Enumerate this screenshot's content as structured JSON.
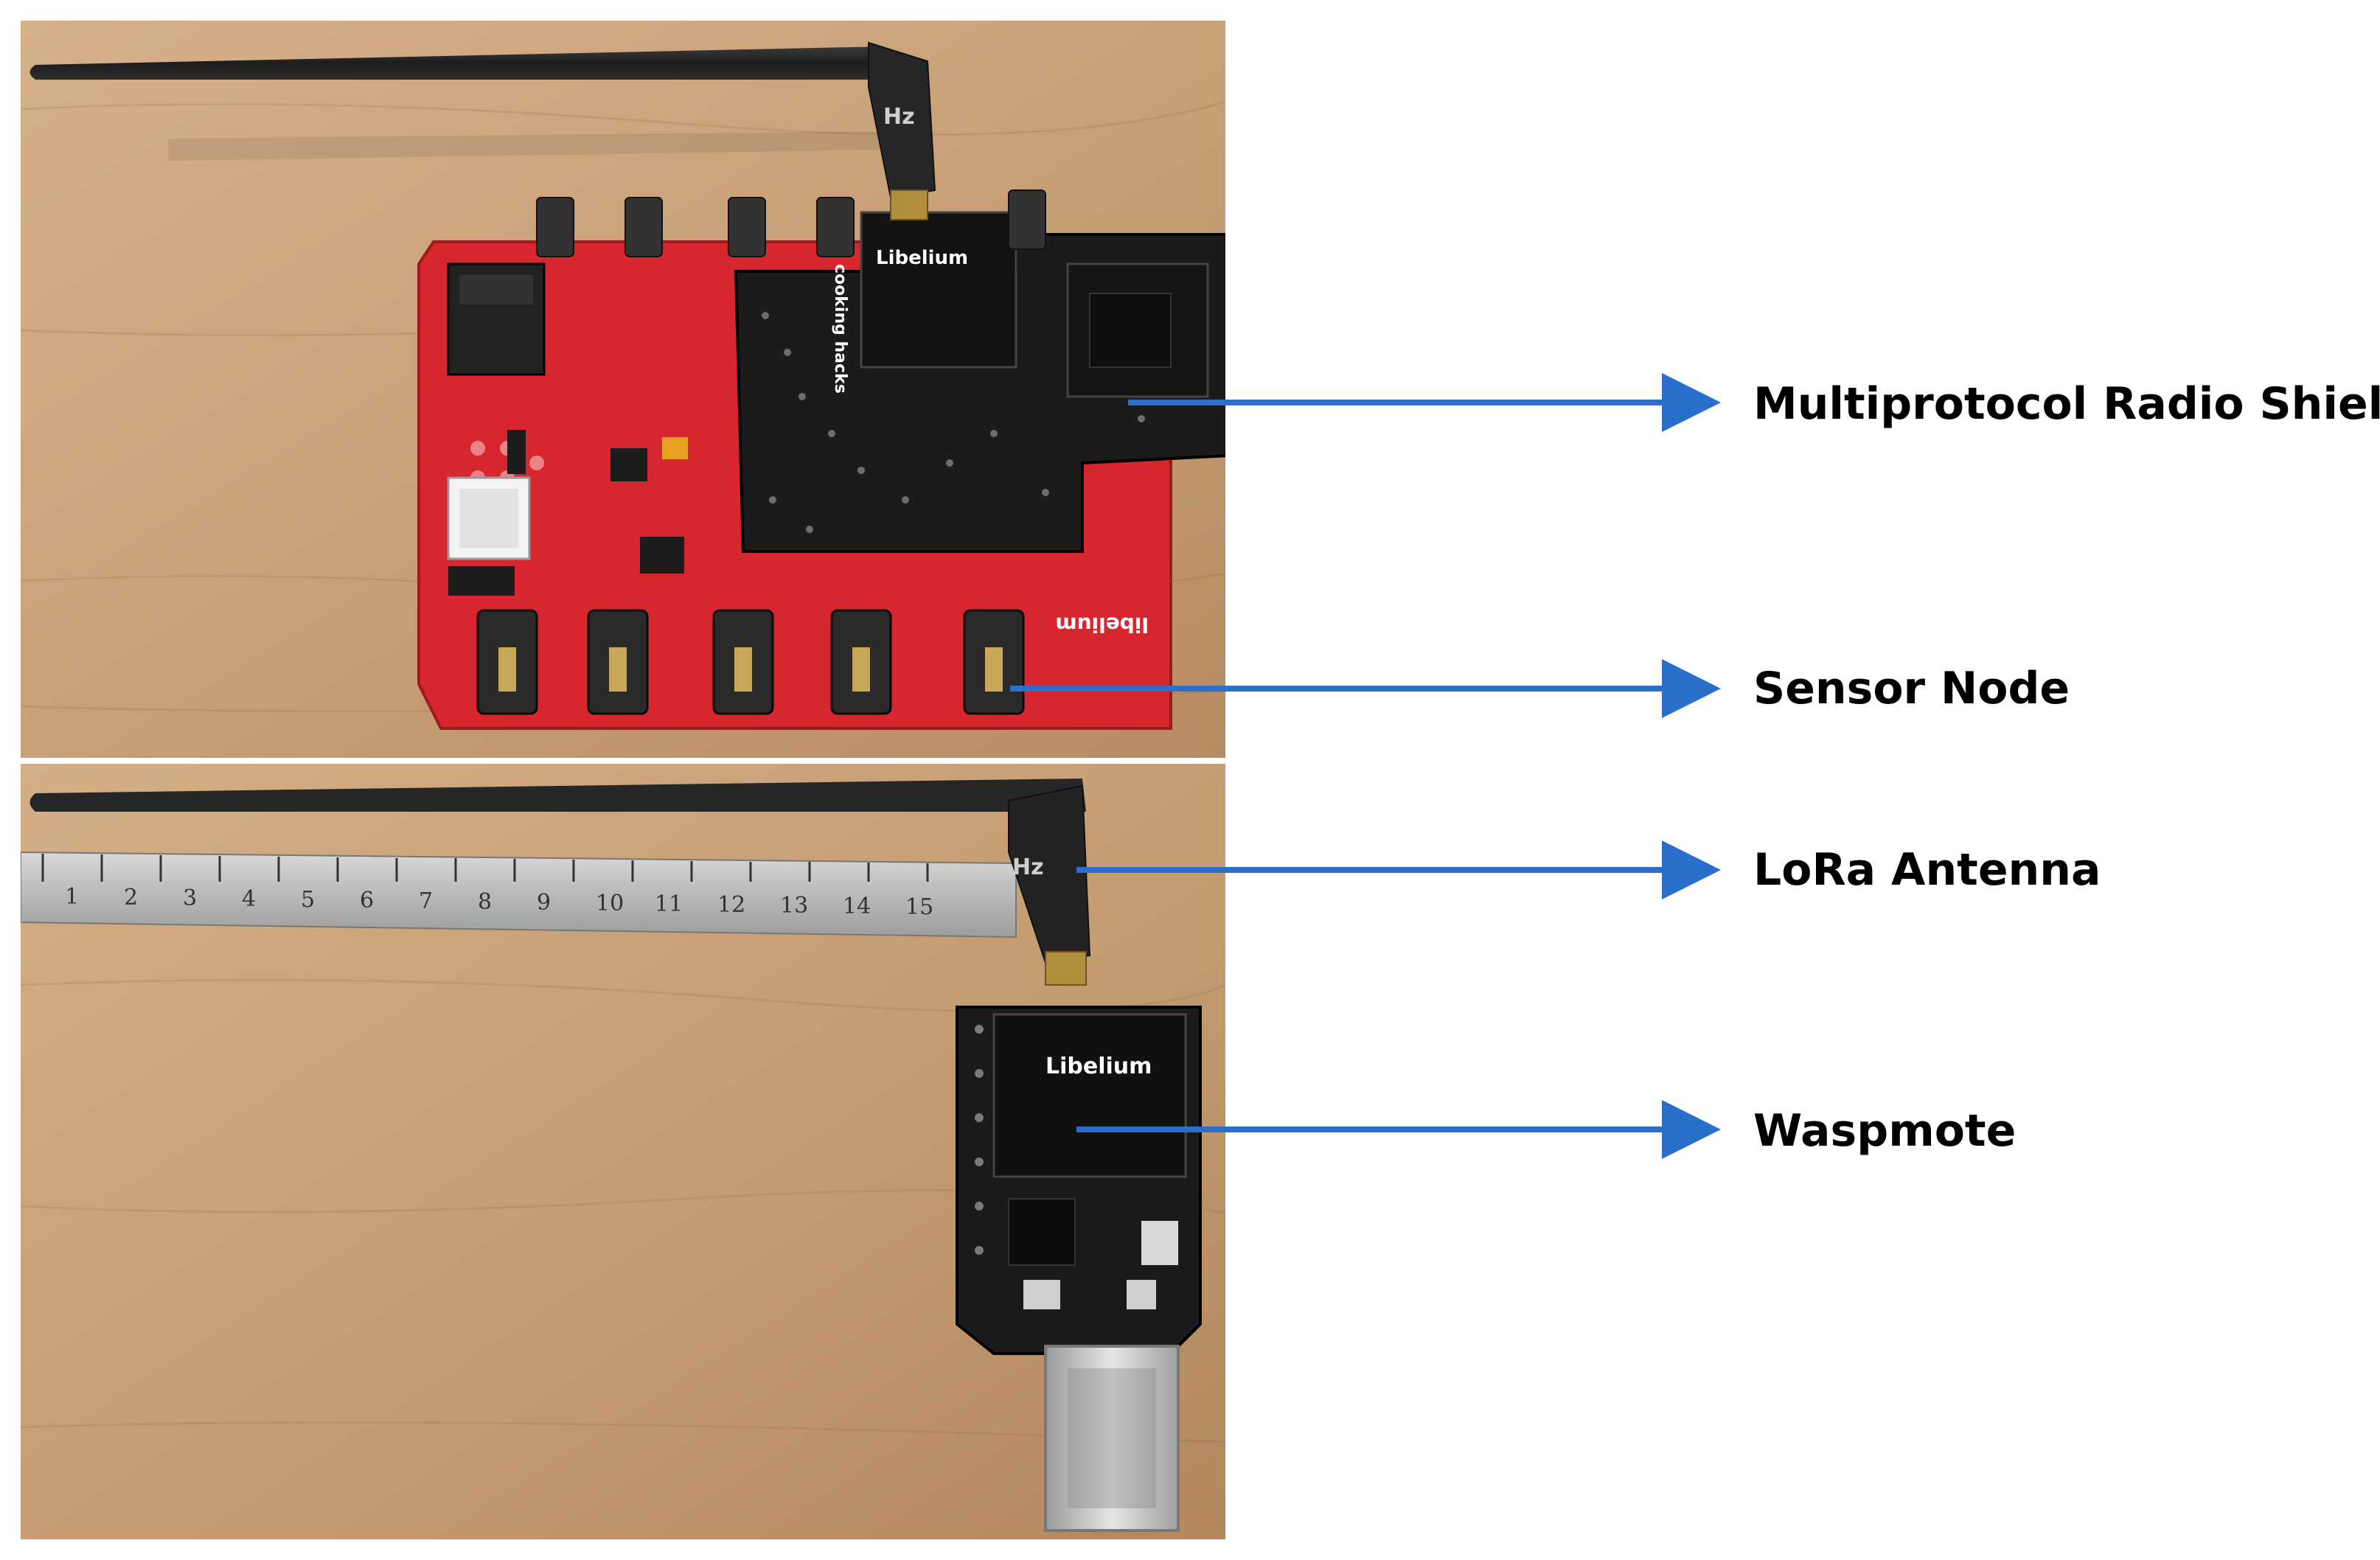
{
  "labels": {
    "multiprotocol": "Multiprotocol Radio Shield",
    "sensor_node": "Sensor Node",
    "lora_antenna": "LoRa Antenna",
    "waspmote": "Waspmote"
  },
  "board_text": {
    "libelium_top": "Libelium",
    "libelium_bottom": "Libelium",
    "libelium_red": "libelium",
    "cooking_hacks": "cooking hacks",
    "antenna_mark_top": "Hz",
    "antenna_mark_bottom": "Hz"
  },
  "ruler_ticks": [
    "1",
    "2",
    "3",
    "4",
    "5",
    "6",
    "7",
    "8",
    "9",
    "10",
    "11",
    "12",
    "13",
    "14",
    "15"
  ],
  "colors": {
    "arrow": "#2a6fc9",
    "desk": "#c8a27a",
    "board_red": "#d8262e",
    "shield_black": "#1b1b1b",
    "antenna": "#262626"
  }
}
